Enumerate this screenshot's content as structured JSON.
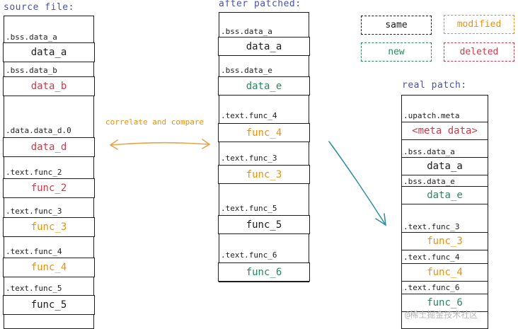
{
  "colors": {
    "same": "#1c1c1c",
    "modified": "#e8920f",
    "new": "#27895e",
    "deleted": "#cc3b4b",
    "title": "#4a52a8",
    "arrow_orange": "#e8a24a",
    "arrow_teal": "#2f8fa0"
  },
  "titles": {
    "source": "source file:",
    "patched": "after patched:",
    "real": "real patch:"
  },
  "legend": {
    "same": "same",
    "modified": "modified",
    "new": "new",
    "deleted": "deleted"
  },
  "correlate": "correlate and compare",
  "source": [
    {
      "section": ".bss.data_a",
      "label": "data_a",
      "status": "same"
    },
    {
      "section": ".bss.data_b",
      "label": "data_b",
      "status": "deleted"
    },
    {
      "section": ".data.data_d.0",
      "label": "data_d",
      "status": "deleted"
    },
    {
      "section": ".text.func_2",
      "label": "func_2",
      "status": "deleted"
    },
    {
      "section": ".text.func_3",
      "label": "func_3",
      "status": "modified"
    },
    {
      "section": ".text.func_4",
      "label": "func_4",
      "status": "modified"
    },
    {
      "section": ".text.func_5",
      "label": "func_5",
      "status": "same"
    }
  ],
  "patched": [
    {
      "section": ".bss.data_a",
      "label": "data_a",
      "status": "same"
    },
    {
      "section": ".bss.data_e",
      "label": "data_e",
      "status": "new"
    },
    {
      "section": ".text.func_4",
      "label": "func_4",
      "status": "modified"
    },
    {
      "section": ".text.func_3",
      "label": "func_3",
      "status": "modified"
    },
    {
      "section": ".text.func_5",
      "label": "func_5",
      "status": "same"
    },
    {
      "section": ".text.func_6",
      "label": "func_6",
      "status": "new"
    }
  ],
  "real": [
    {
      "section": ".upatch.meta",
      "label": "<meta data>",
      "status": "deleted"
    },
    {
      "section": ".bss.data_a",
      "label": "data_a",
      "status": "same"
    },
    {
      "section": ".bss.data_e",
      "label": "data_e",
      "status": "new"
    },
    {
      "section": ".text.func_3",
      "label": "func_3",
      "status": "modified"
    },
    {
      "section": ".text.func_4",
      "label": "func_4",
      "status": "modified"
    },
    {
      "section": ".text.func_6",
      "label": "func_6",
      "status": "new"
    }
  ],
  "watermark": "@稀土掘金技术社区"
}
